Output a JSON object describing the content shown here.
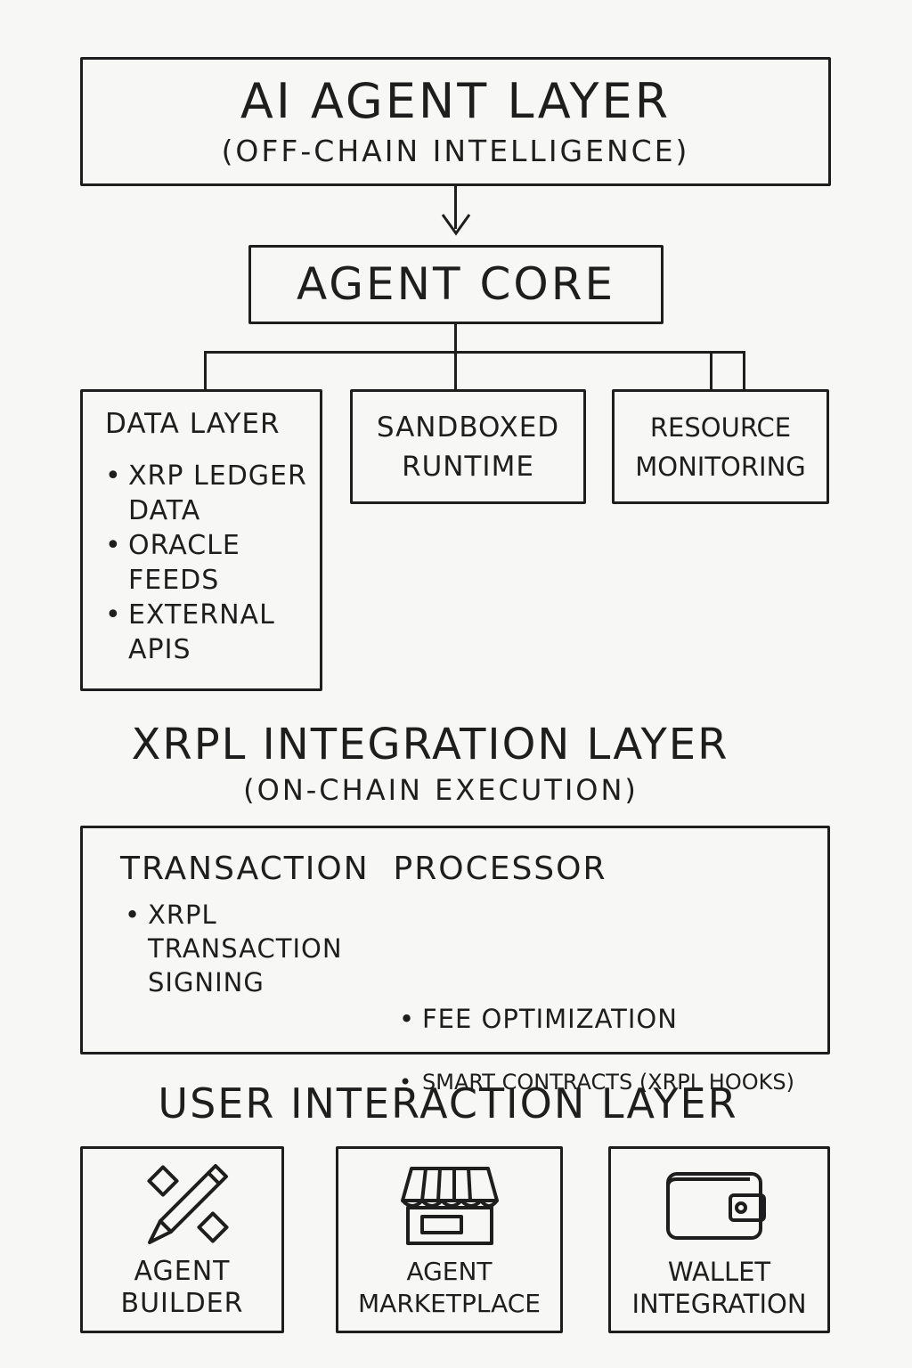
{
  "ai_layer": {
    "title": "AI AGENT LAYER",
    "subtitle": "(OFF-CHAIN INTELLIGENCE)"
  },
  "agent_core": {
    "title": "AGENT CORE"
  },
  "data_layer": {
    "title": "DATA LAYER",
    "items": [
      [
        "XRP LEDGER",
        "DATA"
      ],
      [
        "ORACLE",
        "FEEDS"
      ],
      [
        "EXTERNAL",
        "APIS"
      ]
    ]
  },
  "sandboxed_runtime": {
    "line1": "SANDBOXED",
    "line2": "RUNTIME"
  },
  "resource_monitoring": {
    "line1": "RESOURCE",
    "line2": "MONITORING"
  },
  "xrpl_layer": {
    "title": "XRPL INTEGRATION LAYER",
    "subtitle": "(ON-CHAIN EXECUTION)"
  },
  "transaction_processor": {
    "title": "TRANSACTION  PROCESSOR",
    "left_item": [
      "XRPL",
      "TRANSACTION",
      "SIGNING"
    ],
    "right_items": [
      "FEE OPTIMIZATION",
      "SMART CONTRACTS (XRPL HOOKS)"
    ]
  },
  "user_layer": {
    "title": "USER INTERACTION LAYER"
  },
  "user_cards": [
    {
      "icon": "pencil-ruler-icon",
      "line1": "AGENT",
      "line2": "BUILDER"
    },
    {
      "icon": "storefront-icon",
      "line1": "AGENT",
      "line2": "MARKETPLACE"
    },
    {
      "icon": "wallet-icon",
      "line1": "WALLET",
      "line2": "INTEGRATION"
    }
  ]
}
